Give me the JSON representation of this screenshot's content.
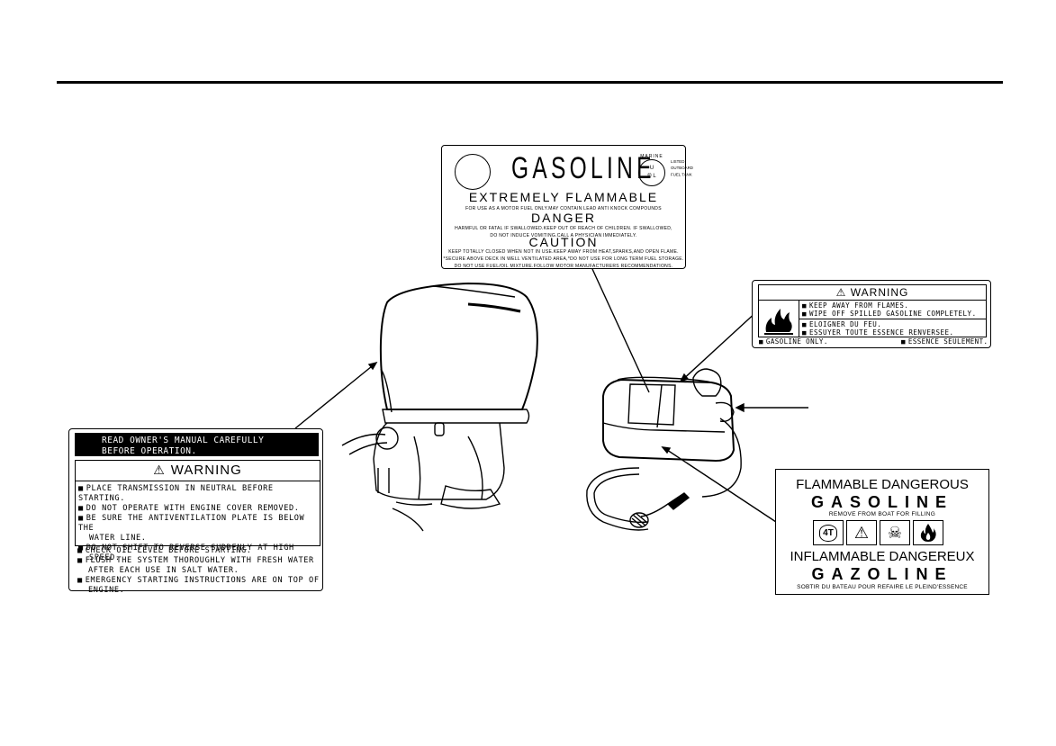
{
  "gasoline_label": {
    "title": "GASOLINE",
    "ul_mark": "MARINE",
    "ul_letters": "U\n® L",
    "listed_text": "LISTED\nOUTBOARD\nFUEL TANK",
    "heading1": "EXTREMELY   FLAMMABLE",
    "line1": "FOR USE AS A MOTOR FUEL ONLY.MAY CONTAIN LEAD ANTI KNOCK COMPOUNDS",
    "heading2": "DANGER",
    "line2a": "HARMFUL OR FATAL IF SWALLOWED.KEEP OUT OF REACH OF CHILDREN. IF SWALLOWED,",
    "line2b": "DO NOT INDUCE VOMITING.CALL A PHYSICIAN IMMEDIATELY.",
    "heading3": "CAUTION",
    "line3a": "KEEP TOTALLY CLOSED WHEN NOT IN USE.KEEP AWAY FROM HEAT,SPARKS,AND OPEN FLAME.",
    "line3b": "*SECURE ABOVE DECK IN WELL VENTILATED AREA,*DO NOT USE FOR LONG TERM FUEL STORAGE.",
    "line3c": "DO NOT USE FUEL/OIL MIXTURE.FOLLOW MOTOR MANUFACTURERS RECOMMENDATIONS."
  },
  "motor_label": {
    "top_line1": "READ OWNER'S MANUAL CAREFULLY",
    "top_line2": "BEFORE OPERATION.",
    "warning_symbol": "⚠",
    "warning_title": "WARNING",
    "warnings": [
      "PLACE TRANSMISSION IN NEUTRAL BEFORE STARTING.",
      "DO NOT OPERATE WITH ENGINE COVER REMOVED.",
      "BE SURE THE ANTIVENTILATION PLATE IS BELOW THE",
      "WATER LINE.",
      "DO NOT SHIFT TO REVERSE SUDDENLY AT HIGH",
      "SPEED."
    ],
    "notes": [
      "CHECK OIL LEVEL BEFORE STARTING.",
      "FLUSH THE SYSTEM THOROUGHLY WITH FRESH WATER",
      "AFTER EACH USE IN SALT WATER.",
      "EMERGENCY STARTING INSTRUCTIONS ARE ON TOP OF",
      "ENGINE."
    ]
  },
  "tank_warning_label": {
    "warning_symbol": "⚠",
    "warning_title": "WARNING",
    "en": [
      "KEEP AWAY FROM FLAMES.",
      "WIPE OFF SPILLED GASOLINE COMPLETELY."
    ],
    "fr": [
      "ELOIGNER DU FEU.",
      "ESSUYER TOUTE ESSENCE RENVERSEE."
    ],
    "foot_left": "GASOLINE ONLY.",
    "foot_right": "ESSENCE SEULEMENT."
  },
  "flammable_label": {
    "title1": "FLAMMABLE DANGEROUS",
    "word1": "GASOLINE",
    "remark1": "REMOVE FROM BOAT FOR FILLING",
    "icon1": "4T",
    "icon2": "⚠",
    "icon3": "☠",
    "icon4": "🔥",
    "title2": "INFLAMMABLE DANGEREUX",
    "word2": "GAZOLINE",
    "remark2": "SOBTIR DU BATEAU POUR REFAIRE LE PLEIND'ESSENCE"
  },
  "icons": [
    "warning-triangle-icon",
    "fire-icon",
    "skull-icon",
    "four-stroke-icon"
  ]
}
